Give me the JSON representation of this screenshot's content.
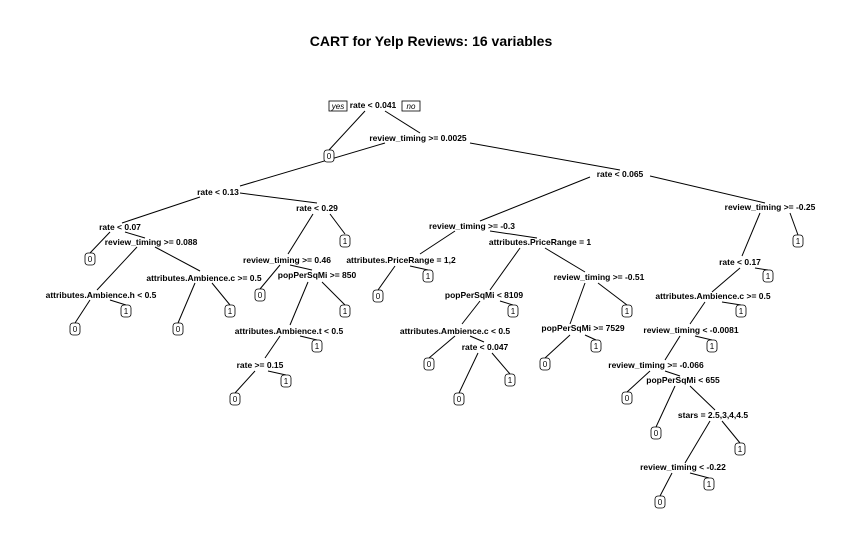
{
  "title": "CART for Yelp Reviews: 16 variables",
  "root_labels": {
    "yes": "yes",
    "no": "no"
  },
  "nodes": {
    "n1": "rate < 0.041",
    "n3": "review_timing >= 0.0025",
    "n6": "rate < 0.13",
    "n7": "rate < 0.065",
    "n12": "rate < 0.07",
    "n13": "rate < 0.29",
    "n14": "review_timing >= -0.3",
    "n15": "review_timing >= -0.25",
    "n25": "review_timing >= 0.088",
    "n26": "review_timing >= 0.46",
    "n28": "attributes.PriceRange = 1,2",
    "n29": "attributes.PriceRange = 1",
    "n30": "rate < 0.17",
    "n50": "attributes.Ambience.h < 0.5",
    "n51": "attributes.Ambience.c >= 0.5",
    "n53": "popPerSqMi >= 850",
    "n58": "popPerSqMi < 8109",
    "n59": "review_timing >= -0.51",
    "n61": "attributes.Ambience.c >= 0.5",
    "n106": "attributes.Ambience.t < 0.5",
    "n116": "attributes.Ambience.c < 0.5",
    "n118": "popPerSqMi >= 7529",
    "n122": "review_timing < -0.0081",
    "n212": "rate >= 0.15",
    "n233": "rate < 0.047",
    "n244": "review_timing >= -0.066",
    "n489": "popPerSqMi < 655",
    "n979": "stars = 2.5,3,4,4.5",
    "n1958": "review_timing < -0.22"
  },
  "leaves": {
    "L2": "0",
    "L24": "0",
    "L100": "0",
    "L101": "1",
    "L102": "0",
    "L103": "1",
    "L52": "0",
    "L424": "0",
    "L425": "1",
    "L107": "1",
    "L27": "1",
    "L56": "0",
    "L57": "1",
    "L232": "0",
    "L466": "0",
    "L467": "1",
    "L117": "1",
    "L236": "0",
    "L237": "1",
    "L119": "1",
    "L488": "0",
    "L3916": "0",
    "L3917": "1",
    "L1959": "1",
    "L245": "1",
    "L123": "1",
    "L31": "1"
  }
}
